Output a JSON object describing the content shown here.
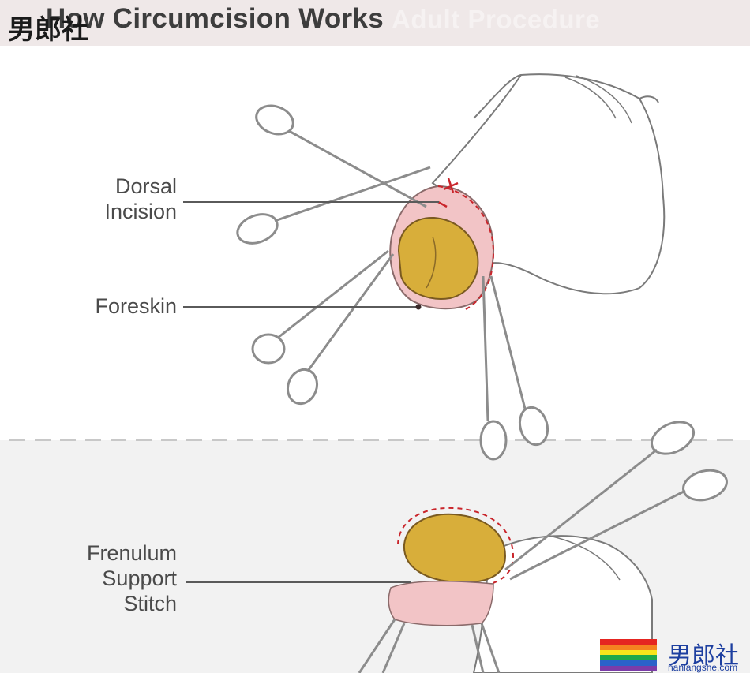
{
  "header": {
    "title": "How Circumcision Works",
    "subtitle": "Adult Procedure"
  },
  "watermark": {
    "top_text": "男郎社",
    "logo_text": "男郎社",
    "logo_url": "nanlangshe.com",
    "flag_colors": [
      "#e52521",
      "#f58220",
      "#f7e51b",
      "#1ea84a",
      "#2a62c9",
      "#7b3ca8"
    ]
  },
  "labels": {
    "dorsal_line1": "Dorsal",
    "dorsal_line2": "Incision",
    "foreskin": "Foreskin",
    "frenulum_line1": "Frenulum",
    "frenulum_line2": "Support",
    "frenulum_line3": "Stitch"
  },
  "colors": {
    "glans": "#d8ae3a",
    "foreskin_pink": "#f2c4c6",
    "incision_red": "#c9252b",
    "instrument": "#9a9a9a"
  }
}
